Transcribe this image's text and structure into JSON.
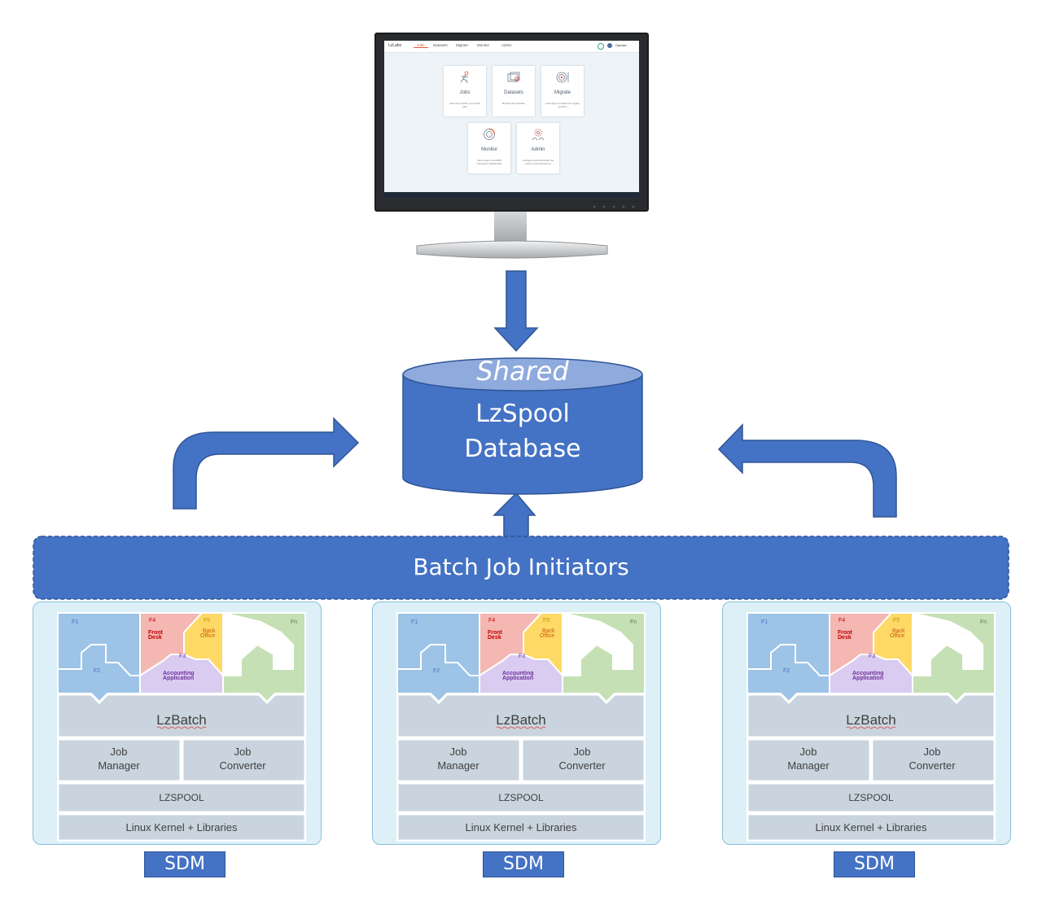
{
  "monitor": {
    "brand": "LzLabs",
    "nav_tabs": [
      "Jobs",
      "Datasets",
      "Migrate",
      "Monitor",
      "Admin"
    ],
    "user": "Operator",
    "tiles": [
      {
        "icon": "runner-icon",
        "title": "Jobs",
        "desc": "View and monitor your batch jobs"
      },
      {
        "icon": "folders-icon",
        "title": "Datasets",
        "desc": "Browse and edit files"
      },
      {
        "icon": "target-icon",
        "title": "Migrate",
        "desc": "Load apps and data from legacy systems"
      },
      {
        "icon": "dial-icon",
        "title": "Monitor",
        "desc": "View system and SDM component dashboards"
      },
      {
        "icon": "cog-people-icon",
        "title": "Admin",
        "desc": "Configure and administer the system and subsystems"
      }
    ]
  },
  "database": {
    "top_label": "Shared",
    "line1": "LzSpool",
    "line2": "Database"
  },
  "initiators": {
    "label": "Batch Job Initiators"
  },
  "stack": {
    "apps": {
      "f1": "F1",
      "f2": "F2",
      "f3": "F3",
      "f4": "F4",
      "front_desk_1": "Front",
      "front_desk_2": "Desk",
      "f5": "F5",
      "back_office_1": "Back",
      "back_office_2": "Office",
      "accounting_1": "Accounting",
      "accounting_2": "Application",
      "fn": "Fn"
    },
    "lzbatch": "LzBatch",
    "job_manager_1": "Job",
    "job_manager_2": "Manager",
    "job_converter_1": "Job",
    "job_converter_2": "Converter",
    "lzspool": "LZSPOOL",
    "linux": "Linux Kernel + Libraries"
  },
  "sdm_label": "SDM",
  "colors": {
    "flow_blue": "#4472C4",
    "flow_border": "#2F5597",
    "db_top": "#8FAADC",
    "sdm_panel": "#DDF0F8",
    "layer_gray": "#C9D4DE",
    "f1_blue": "#9DC3E6",
    "f4_red": "#F4B7B2",
    "f5_yellow": "#FFD966",
    "f3_purple": "#D9CCF0",
    "fn_green": "#C5E0B4"
  }
}
